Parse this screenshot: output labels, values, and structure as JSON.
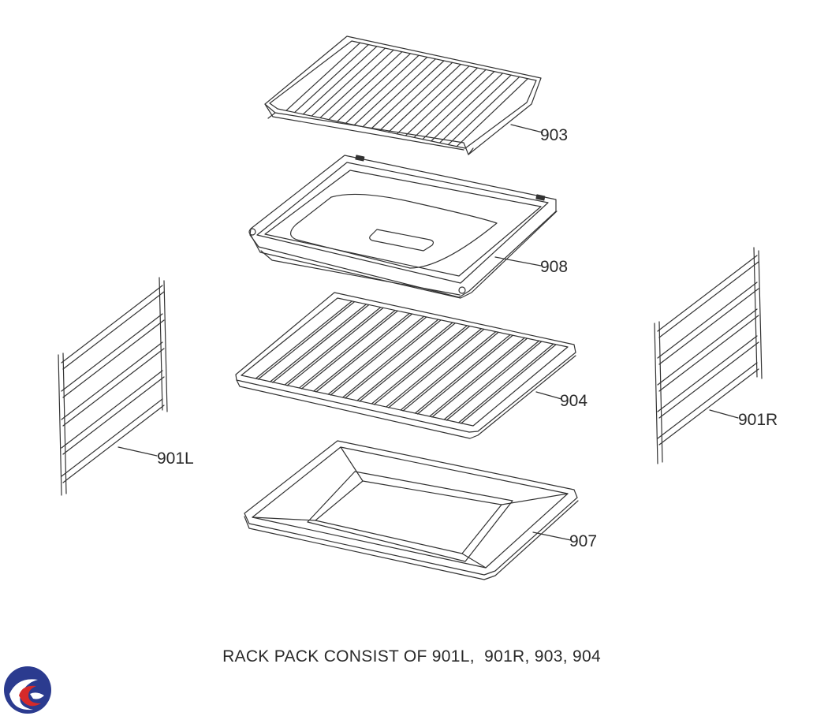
{
  "parts": {
    "p903": "903",
    "p908": "908",
    "p904": "904",
    "p907": "907",
    "p901L": "901L",
    "p901R": "901R"
  },
  "caption": "RACK PACK CONSIST OF 901L,  901R, 903, 904",
  "logo": {
    "icon": "brand-logo-icon",
    "colors": {
      "blue": "#2b3b8f",
      "red": "#d62a2a"
    }
  }
}
